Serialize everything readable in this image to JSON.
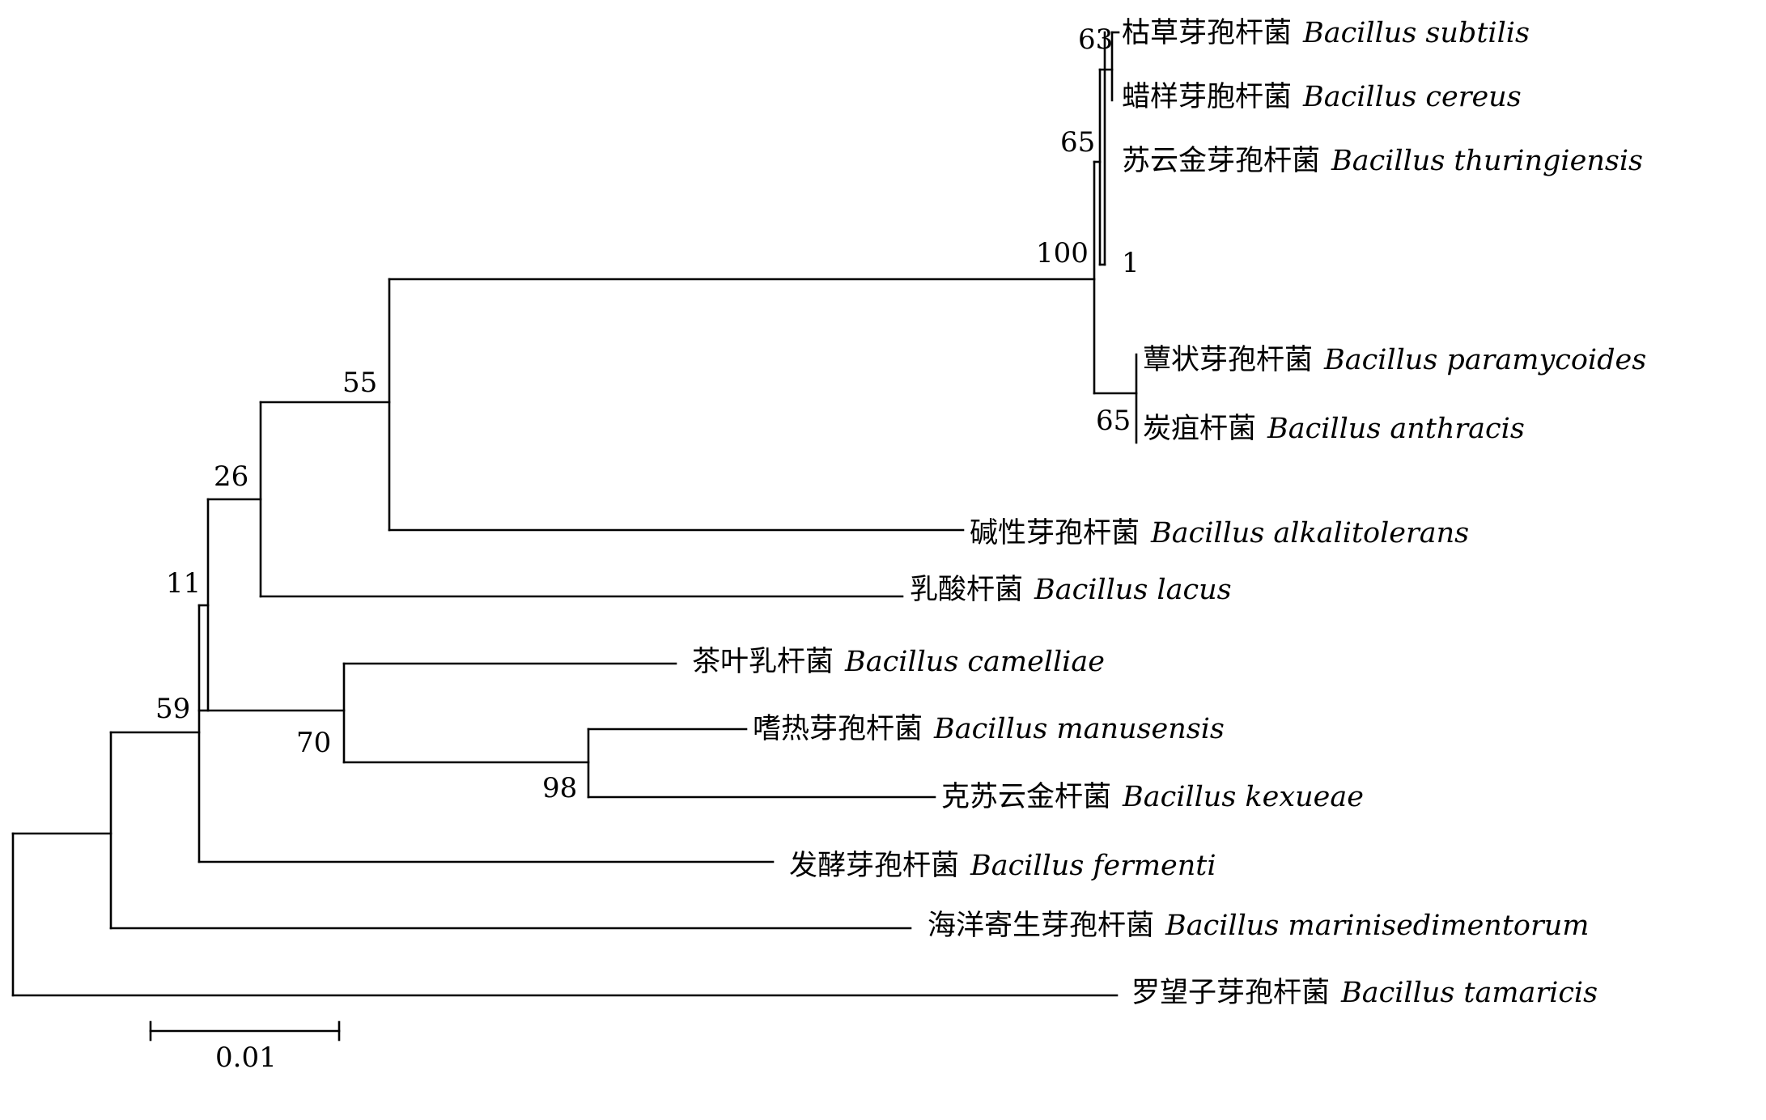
{
  "tree": {
    "taxa": [
      {
        "id": "subtilis",
        "cn": "枯草芽孢杆菌",
        "latin": "Bacillus subtilis"
      },
      {
        "id": "cereus",
        "cn": "蜡样芽胞杆菌",
        "latin": "Bacillus cereus"
      },
      {
        "id": "thuringiensis",
        "cn": "苏云金芽孢杆菌",
        "latin": "Bacillus thuringiensis"
      },
      {
        "id": "paramycoides",
        "cn": "蕈状芽孢杆菌",
        "latin": "Bacillus paramycoides"
      },
      {
        "id": "anthracis",
        "cn": "炭疽杆菌",
        "latin": "Bacillus anthracis"
      },
      {
        "id": "alkalitolerans",
        "cn": "碱性芽孢杆菌",
        "latin": "Bacillus alkalitolerans"
      },
      {
        "id": "lacus",
        "cn": "乳酸杆菌",
        "latin": "Bacillus lacus"
      },
      {
        "id": "camelliae",
        "cn": "茶叶乳杆菌",
        "latin": "Bacillus camelliae"
      },
      {
        "id": "manusensis",
        "cn": "嗜热芽孢杆菌",
        "latin": "Bacillus manusensis"
      },
      {
        "id": "kexueae",
        "cn": "克苏云金杆菌",
        "latin": "Bacillus kexueae"
      },
      {
        "id": "fermenti",
        "cn": "发酵芽孢杆菌",
        "latin": "Bacillus fermenti"
      },
      {
        "id": "marinisedimentorum",
        "cn": "海洋寄生芽孢杆菌",
        "latin": "Bacillus marinisedimentorum"
      },
      {
        "id": "tamaricis",
        "cn": "罗望子芽孢杆菌",
        "latin": "Bacillus tamaricis"
      }
    ],
    "support_values": [
      "63",
      "65",
      "100",
      "1",
      "65",
      "55",
      "26",
      "11",
      "59",
      "70",
      "98"
    ],
    "scale_bar": {
      "label": "0.01"
    }
  }
}
